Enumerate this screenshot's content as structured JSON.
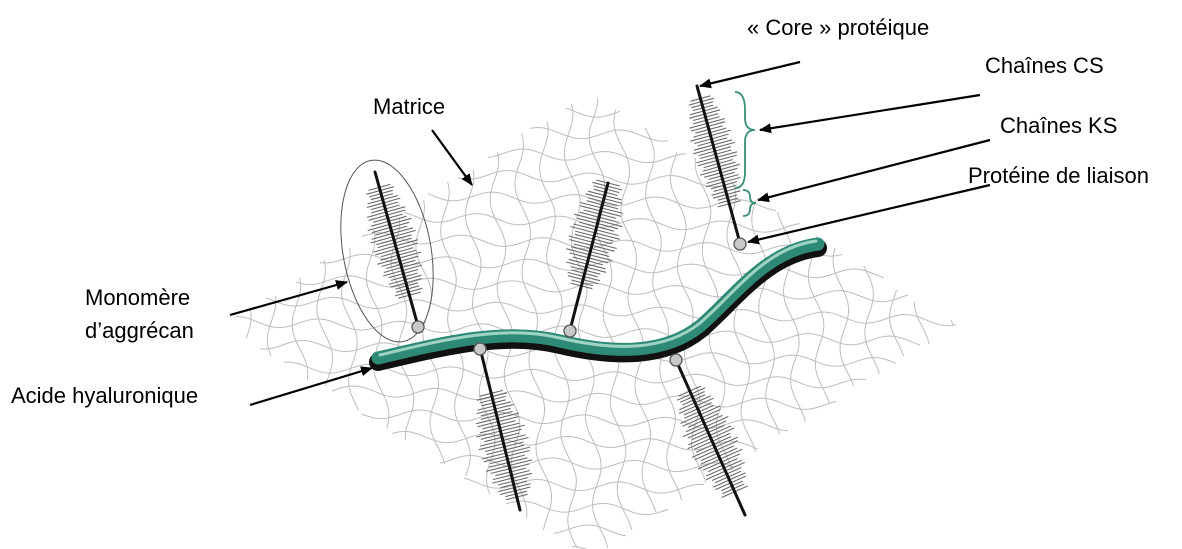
{
  "labels": {
    "core": "« Core » protéique",
    "chaines_cs": "Chaînes CS",
    "chaines_ks": "Chaînes KS",
    "proteine_liaison": "Protéine de liaison",
    "matrice": "Matrice",
    "monomere_line1": "Monomère",
    "monomere_line2": "d’aggrécan",
    "acide": "Acide hyaluronique"
  },
  "colors": {
    "hyaluronic_acid": "#2e8a76",
    "hyaluronic_acid_highlight": "#9fd3c3",
    "bracket": "#3a8f7a",
    "matrix_fiber": "#bdbdbd",
    "chain": "#6a6a6a"
  }
}
